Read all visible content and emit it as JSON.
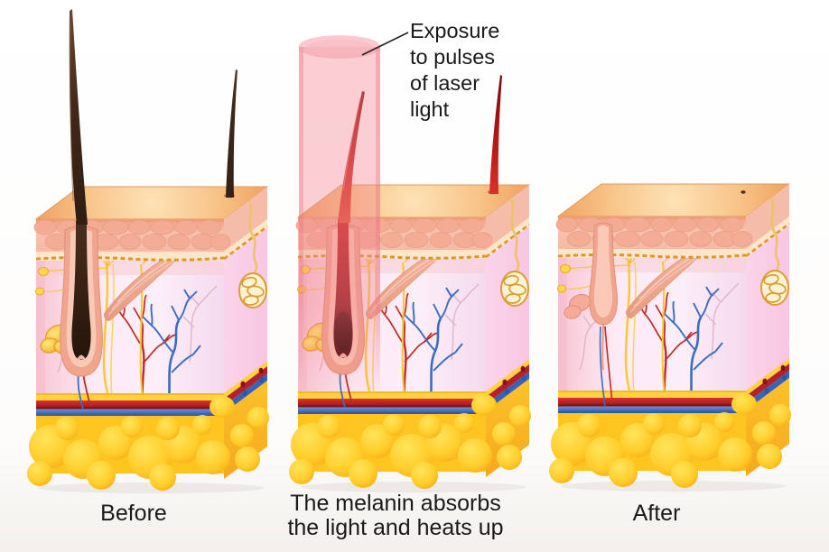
{
  "figure": {
    "subject": "laser-hair-removal-skin-cross-sections",
    "annotation": "Exposure\nto pulses\nof laser\nlight",
    "captions": {
      "before": "Before",
      "during": "The melanin absorbs\nthe light and heats up",
      "after": "After"
    },
    "colors": {
      "background": "#ffffff",
      "laser_beam": "#f38a94",
      "skin_surface": "#f5b878",
      "epidermis": "#f4b09a",
      "dermis": "#fbe0ee",
      "hair_before": "#35221a",
      "hair_heated": "#c01e1c",
      "follicle_sheath": "#f0a58c",
      "sebaceous_gland": "#ffd84a",
      "sweat_gland": "#e8b84a",
      "artery": "#c02028",
      "vein": "#3a68bc",
      "fat": "#ffc21c",
      "nerve": "#f6c832",
      "text": "#1a1a1a"
    }
  }
}
